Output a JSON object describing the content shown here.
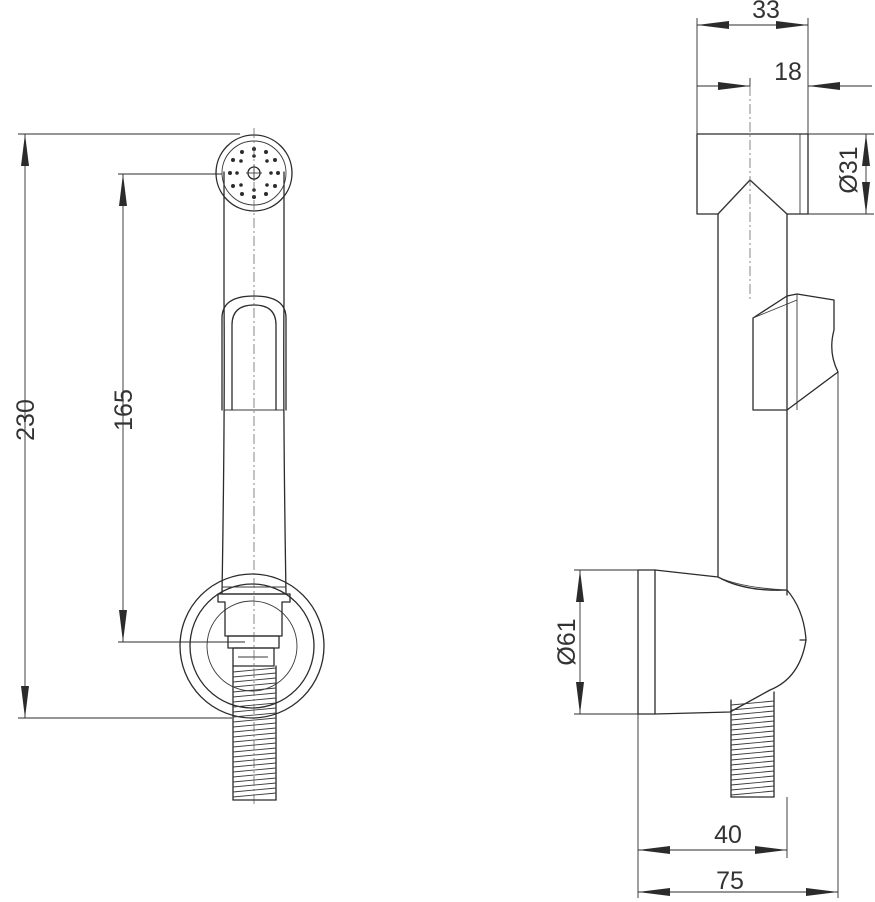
{
  "dimensions": {
    "overall_height": "230",
    "nozzle_to_holder": "165",
    "total_depth": "33",
    "head_depth": "18",
    "head_diameter": "Ø31",
    "holder_diameter": "Ø61",
    "holder_depth": "40",
    "total_projection": "75"
  }
}
